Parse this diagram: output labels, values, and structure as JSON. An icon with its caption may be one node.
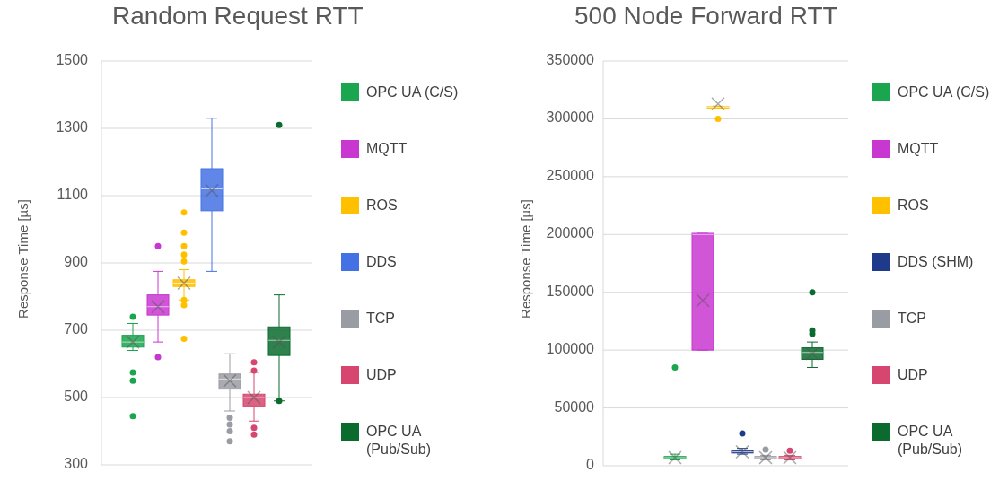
{
  "diagram": {
    "labels": [
      "Random Request RTT",
      "1500",
      "1300",
      "1100",
      "900",
      "700",
      "500",
      "300",
      "Response Time [µs]",
      "500 Node Forward RTT",
      "350000",
      "300000",
      "250000",
      "200000",
      "150000",
      "100000",
      "50000",
      "0",
      "Response Time [µs]"
    ],
    "legend": [
      {
        "text": "OPC UA (C/S)",
        "color": "#1aa54f"
      },
      {
        "text": "MQTT",
        "color": "#c837d0"
      },
      {
        "text": "ROS",
        "color": "#ffc000"
      },
      {
        "text": "DDS",
        "color": "#4472e4"
      },
      {
        "text": "TCP",
        "color": "#9a9ca3"
      },
      {
        "text": "UDP",
        "color": "#d6466f"
      },
      {
        "text": "OPC UA (Pub/Sub)",
        "color": "#0b6b2f"
      },
      {
        "text": "OPC UA (C/S)",
        "color": "#1aa54f"
      },
      {
        "text": "MQTT",
        "color": "#c837d0"
      },
      {
        "text": "ROS",
        "color": "#ffc000"
      },
      {
        "text": "DDS (SHM)",
        "color": "#1f3a8a"
      },
      {
        "text": "TCP",
        "color": "#9a9ca3"
      },
      {
        "text": "UDP",
        "color": "#d6466f"
      },
      {
        "text": "OPC UA (Pub/Sub)",
        "color": "#0b6b2f"
      }
    ]
  }
}
